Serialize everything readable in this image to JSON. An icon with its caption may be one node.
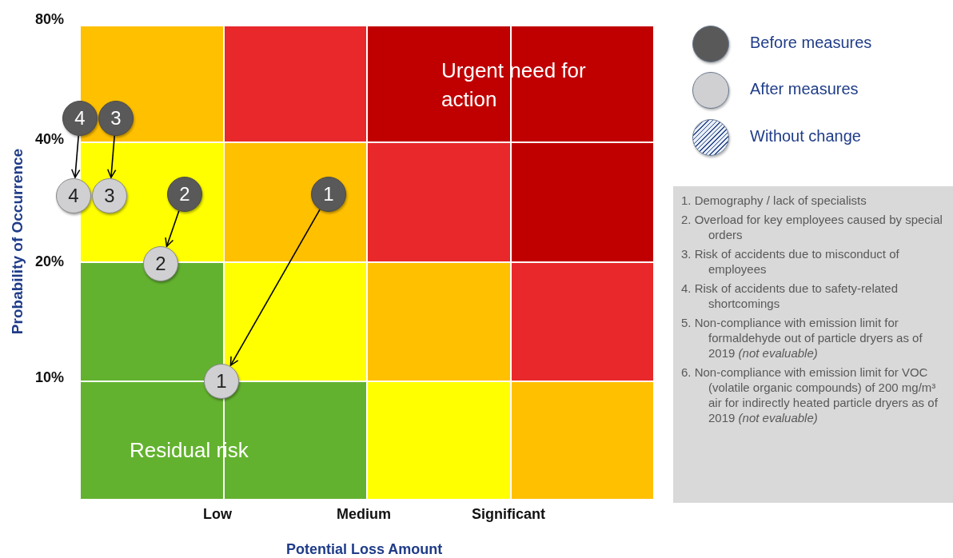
{
  "diagram": {
    "nodes": [
      {
        "text": [
          "4"
        ]
      },
      {
        "text": [
          "3"
        ]
      },
      {
        "text": [
          "4"
        ]
      },
      {
        "text": [
          "3"
        ]
      },
      {
        "text": [
          "2"
        ]
      },
      {
        "text": [
          "1"
        ]
      },
      {
        "text": [
          "2"
        ]
      },
      {
        "text": [
          "1"
        ]
      },
      {
        "text": [
          "1. Demography / lack of specialists",
          "2. Overload for key employees caused by special orders",
          "3. Risk of accidents due to misconduct of employees",
          "4. Risk of accidents due to safety-related shortcomings",
          "5. Non-compliance with emission limit for formaldehyde out of particle dryers  as of 2019 *(not evaluable)*",
          "6. Non-compliance with emission limit for VOC (volatile organic compounds) of 200 mg/m³ air for indirectly heated particle dryers  as of 2019 *(not evaluable)*"
        ]
      }
    ],
    "edges": [
      {
        "from": 0,
        "to": 2,
        "arrow": "to"
      },
      {
        "from": 1,
        "to": 3,
        "arrow": "to"
      },
      {
        "from": 4,
        "to": 6,
        "arrow": "to"
      },
      {
        "from": 5,
        "to": 7,
        "arrow": "to"
      }
    ],
    "labels": [
      "80%",
      "40%",
      "20%",
      "10%",
      "Probability of Occurrence",
      "Low",
      "Medium",
      "Significant",
      "Potential Loss Amount",
      "Urgent need for action",
      "Residual risk"
    ],
    "legend": [
      {
        "text": "Before measures"
      },
      {
        "text": "After measures"
      },
      {
        "text": "Without change"
      }
    ]
  }
}
